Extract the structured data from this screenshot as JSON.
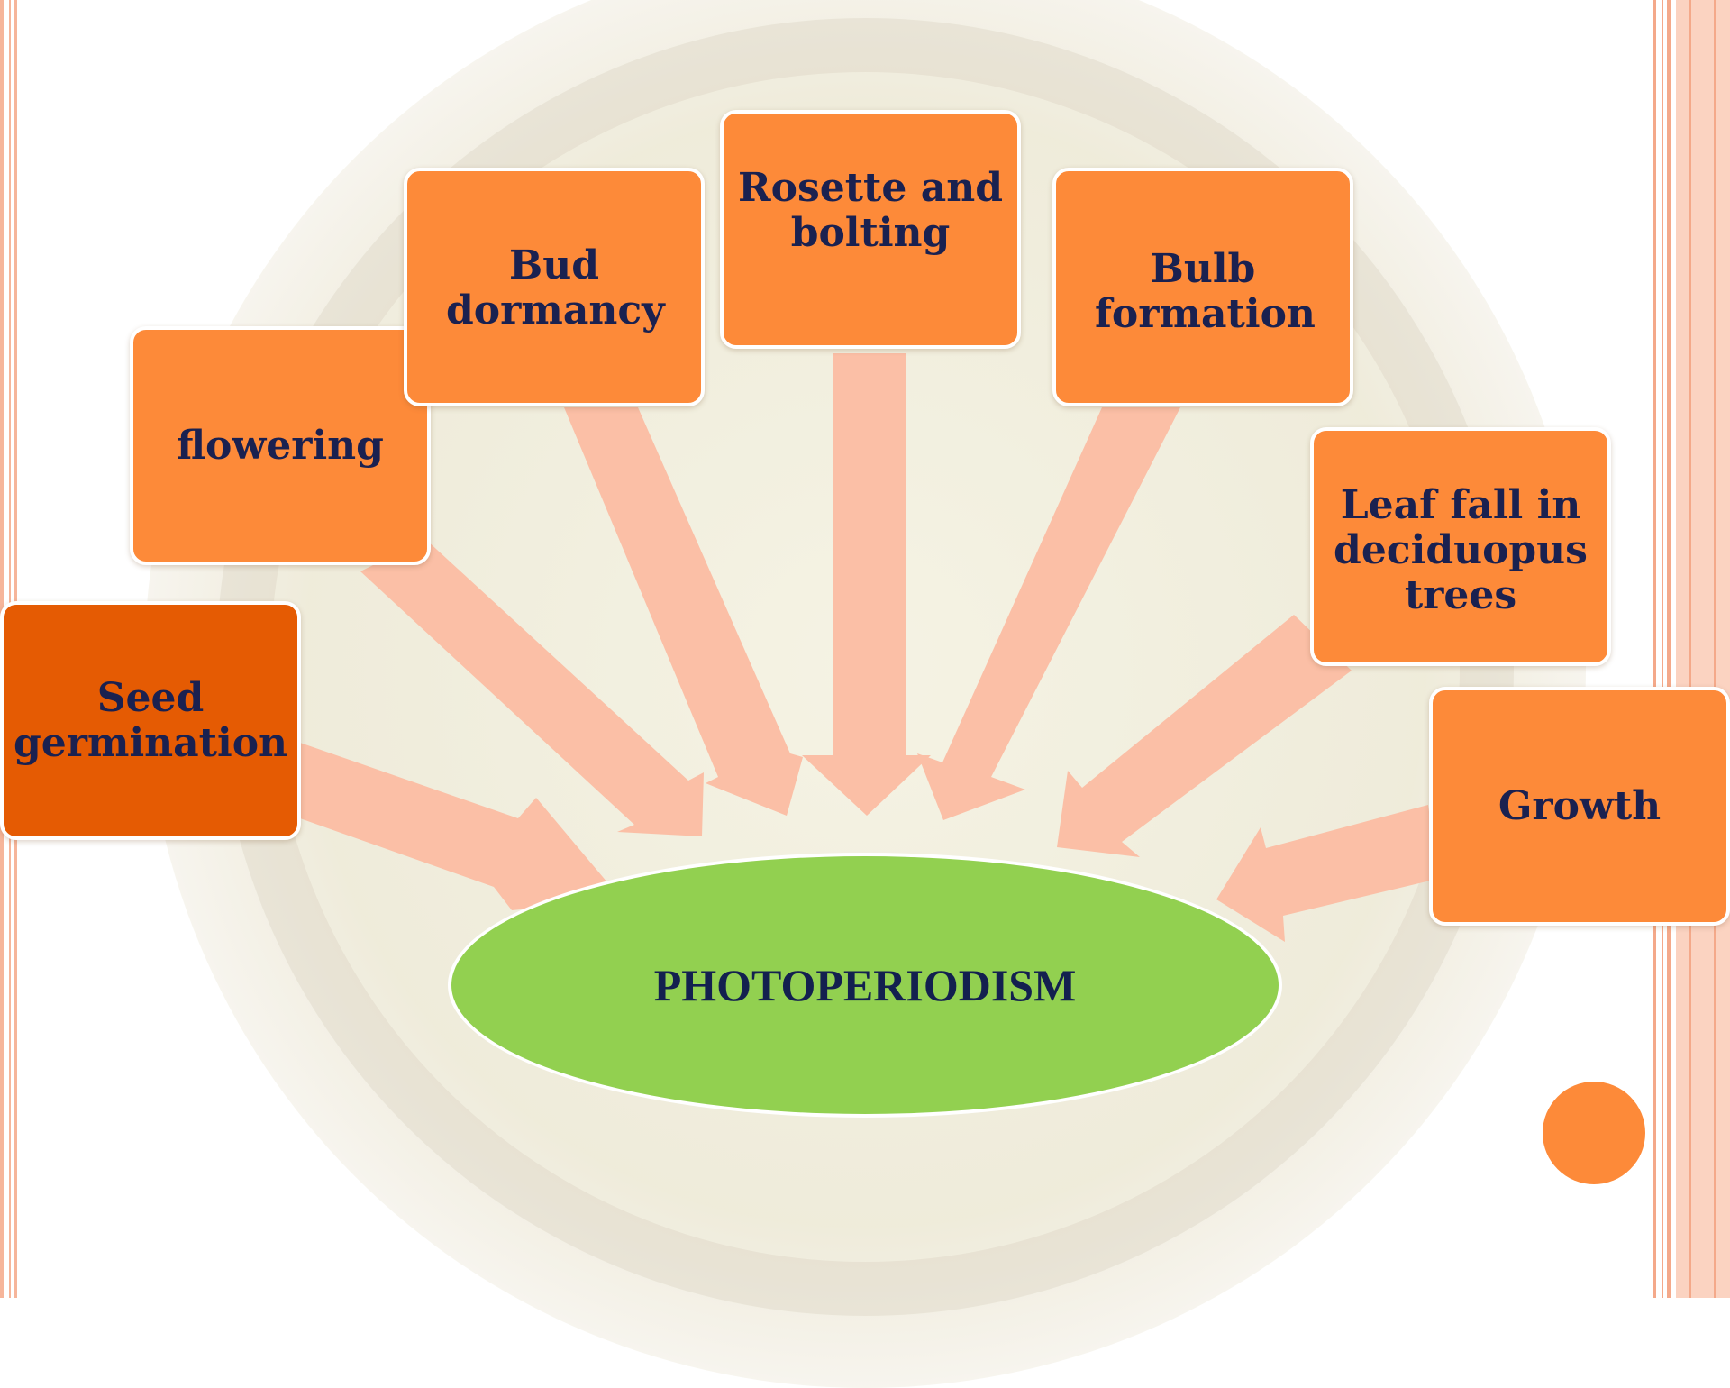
{
  "colors": {
    "box": "#fd8a39",
    "box_dark": "#e55b03",
    "arrow": "#fbbfa6",
    "ellipse": "#92d050",
    "text": "#1a2150",
    "border_stripes": "#f4a98a"
  },
  "diagram": {
    "center": "PHOTOPERIODISM",
    "nodes": [
      {
        "id": "seed",
        "label": "Seed germination"
      },
      {
        "id": "flowering",
        "label": "flowering"
      },
      {
        "id": "bud",
        "label": "Bud dormancy"
      },
      {
        "id": "rosette",
        "label": "Rosette and bolting"
      },
      {
        "id": "bulb",
        "label": "Bulb formation"
      },
      {
        "id": "leaf",
        "label": "Leaf fall in deciduopus trees"
      },
      {
        "id": "growth",
        "label": "Growth"
      }
    ]
  }
}
